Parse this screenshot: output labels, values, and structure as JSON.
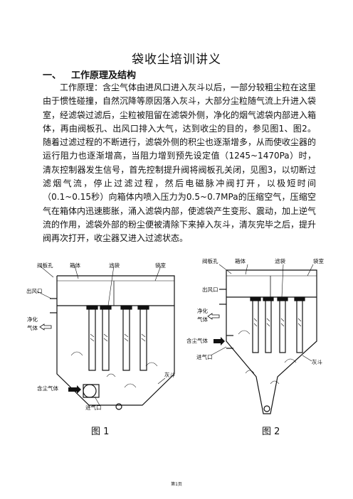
{
  "title": "袋收尘培训讲义",
  "section": {
    "number": "一、",
    "heading": "工作原理及结构"
  },
  "paragraph": "工作原理：含尘气体由进风口进入灰斗以后，一部分较粗尘粒在这里由于惯性碰撞，自然沉降等原因落入灰斗，大部分尘粒随气流上升进入袋室，经滤袋过滤后，尘粒被阻留在滤袋外侧，净化的烟气滤袋内部进入箱体，再由阀板孔、出风口排入大气，达到收尘的目的，参见图1、图2。随着过滤过程的不断进行，滤袋外侧的积尘也逐渐增多，从而使收尘器的运行阻力也逐渐增高，当阻力增到预先设定值（1245~1470Pa）时，清灰控制器发生信号，首先控制提升阀将阀板孔关闭，见图3，以切断过滤烟气流，停止过滤过程，然后电磁脉冲阀打开，以极短时间（0.1~0.15秒）向箱体内喷入压力为0.5~0.7MPa的压缩空气，压缩空气在箱体内迅速膨胀，涌入滤袋内部，使滤袋产生变形、震动，加上逆气流的作用，滤袋外部的粉尘便被清除下来掉入灰斗，清灰完毕之后，提升阀再次打开，收尘器又进入过滤状态。",
  "figure1": {
    "caption": "图 1",
    "labels": {
      "valve_hole": "阀板孔",
      "box": "箱体",
      "filter_bag": "滤袋",
      "bag_room": "袋室",
      "outlet": "出风口",
      "clean_gas_1": "净化",
      "clean_gas_2": "气体",
      "dust_gas": "含尘气体",
      "inlet": "进气口",
      "hopper": "灰斗"
    }
  },
  "figure2": {
    "caption": "图 2",
    "labels": {
      "valve_hole": "阀板孔",
      "box": "箱体",
      "filter_bag": "滤袋",
      "bag_room": "袋室",
      "outlet": "出风口",
      "clean_gas_1": "净化",
      "clean_gas_2": "气体",
      "dust_gas": "含尘气体",
      "inlet": "进气口",
      "hopper": "灰斗"
    }
  },
  "footer": "第1页"
}
